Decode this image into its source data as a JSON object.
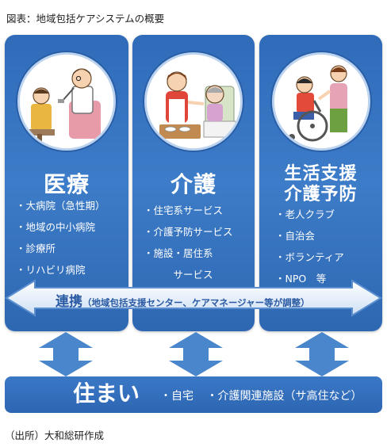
{
  "caption": "図表：地域包括ケアシステムの概要",
  "source": "（出所）大和総研作成",
  "columns": [
    {
      "title_lines": [
        "医療"
      ],
      "items": [
        "・大病院（急性期）",
        "・地域の中小病院",
        "・診療所",
        "・リハビリ病院"
      ],
      "picture": "doctor-examining-patient"
    },
    {
      "title_lines": [
        "介護"
      ],
      "items": [
        "・住宅系サービス",
        "・介護予防サービス",
        "・施設・居住系",
        "　　　サービス"
      ],
      "picture": "caregiver-serving-meal"
    },
    {
      "title_lines": [
        "生活支援",
        "介護予防"
      ],
      "items": [
        "・老人クラブ",
        "・自治会",
        "・ボランティア",
        "・NPO　等"
      ],
      "picture": "volunteer-pushing-wheelchair"
    }
  ],
  "renkei": {
    "main": "連携",
    "sub": "（地域包括支援センター、ケアマネージャー等が調整）"
  },
  "sumai": {
    "title": "住まい",
    "items": [
      "・自宅",
      "・介護関連施設（サ高住など）"
    ]
  },
  "colors": {
    "panel_blue": "#3470be",
    "arrow_blue": "#4a86cc",
    "renkei_text": "#2a5aa3"
  }
}
